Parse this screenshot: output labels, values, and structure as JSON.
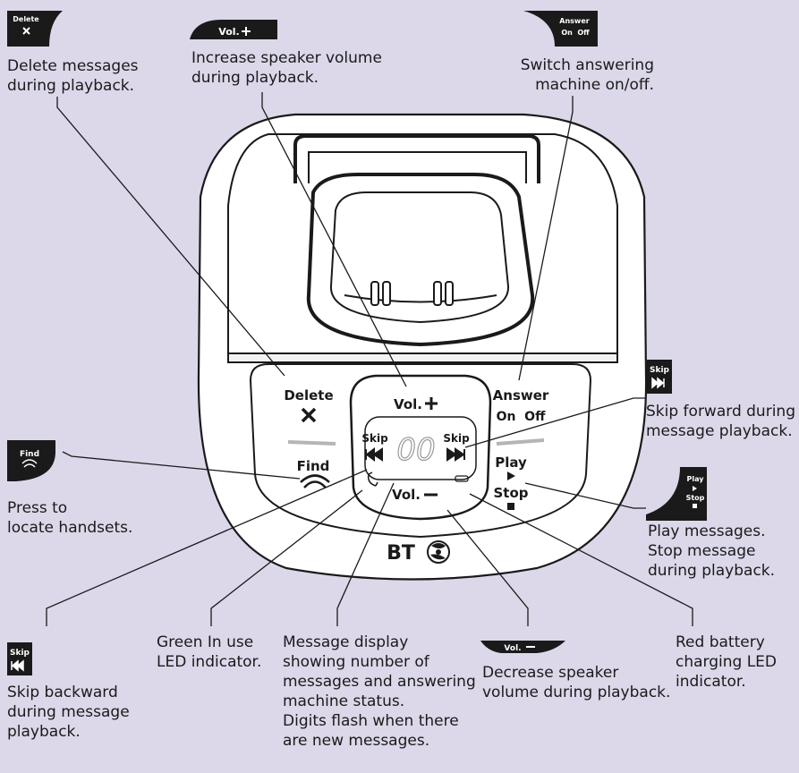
{
  "colors": {
    "background": "#dcd8ea",
    "device_fill": "#ffffff",
    "device_stroke": "#1a1a1a",
    "tab_fill": "#1a1a1a",
    "tab_text": "#ffffff",
    "led_digits": "#b8b8b8",
    "leader_line": "#1a1a1a"
  },
  "icons": {
    "delete": "cross-icon",
    "skip_forward": "skip-forward-icon",
    "skip_backward": "skip-backward-icon",
    "play": "play-triangle-icon",
    "stop": "stop-square-icon",
    "find": "handset-signal-icon",
    "in_use": "handset-icon",
    "battery": "battery-icon",
    "logo": "bt-globe-logo"
  },
  "tabs": {
    "delete": "Delete",
    "vol_plus": "Vol.",
    "answer_line1": "Answer",
    "answer_line2": "On  Off",
    "skip_fwd": "Skip",
    "find": "Find",
    "play_line1": "Play",
    "play_line2": "Stop",
    "vol_minus": "Vol.",
    "skip_back": "Skip"
  },
  "device": {
    "delete_label": "Delete",
    "vol_plus_label": "Vol.",
    "answer_label": "Answer",
    "on_off_label": "On  Off",
    "skip_left_label": "Skip",
    "skip_right_label": "Skip",
    "display_digits": "00",
    "find_label": "Find",
    "play_label": "Play",
    "stop_label": "Stop",
    "vol_minus_label": "Vol.",
    "logo_text": "BT"
  },
  "captions": {
    "delete": "Delete messages\nduring playback.",
    "vol_plus": "Increase speaker volume\nduring playback.",
    "answer": "Switch answering\nmachine on/off.",
    "skip_fwd": "Skip forward during\nmessage playback.",
    "find": "Press to\nlocate handsets.",
    "play": "Play messages.\nStop message\nduring playback.",
    "skip_back": "Skip backward\nduring message\nplayback.",
    "in_use": "Green In use\nLED indicator.",
    "display": "Message display\nshowing number of\nmessages and answering\nmachine status.\nDigits flash when there\nare new messages.",
    "vol_minus": "Decrease speaker\nvolume during playback.",
    "battery": "Red battery\ncharging LED\nindicator."
  }
}
